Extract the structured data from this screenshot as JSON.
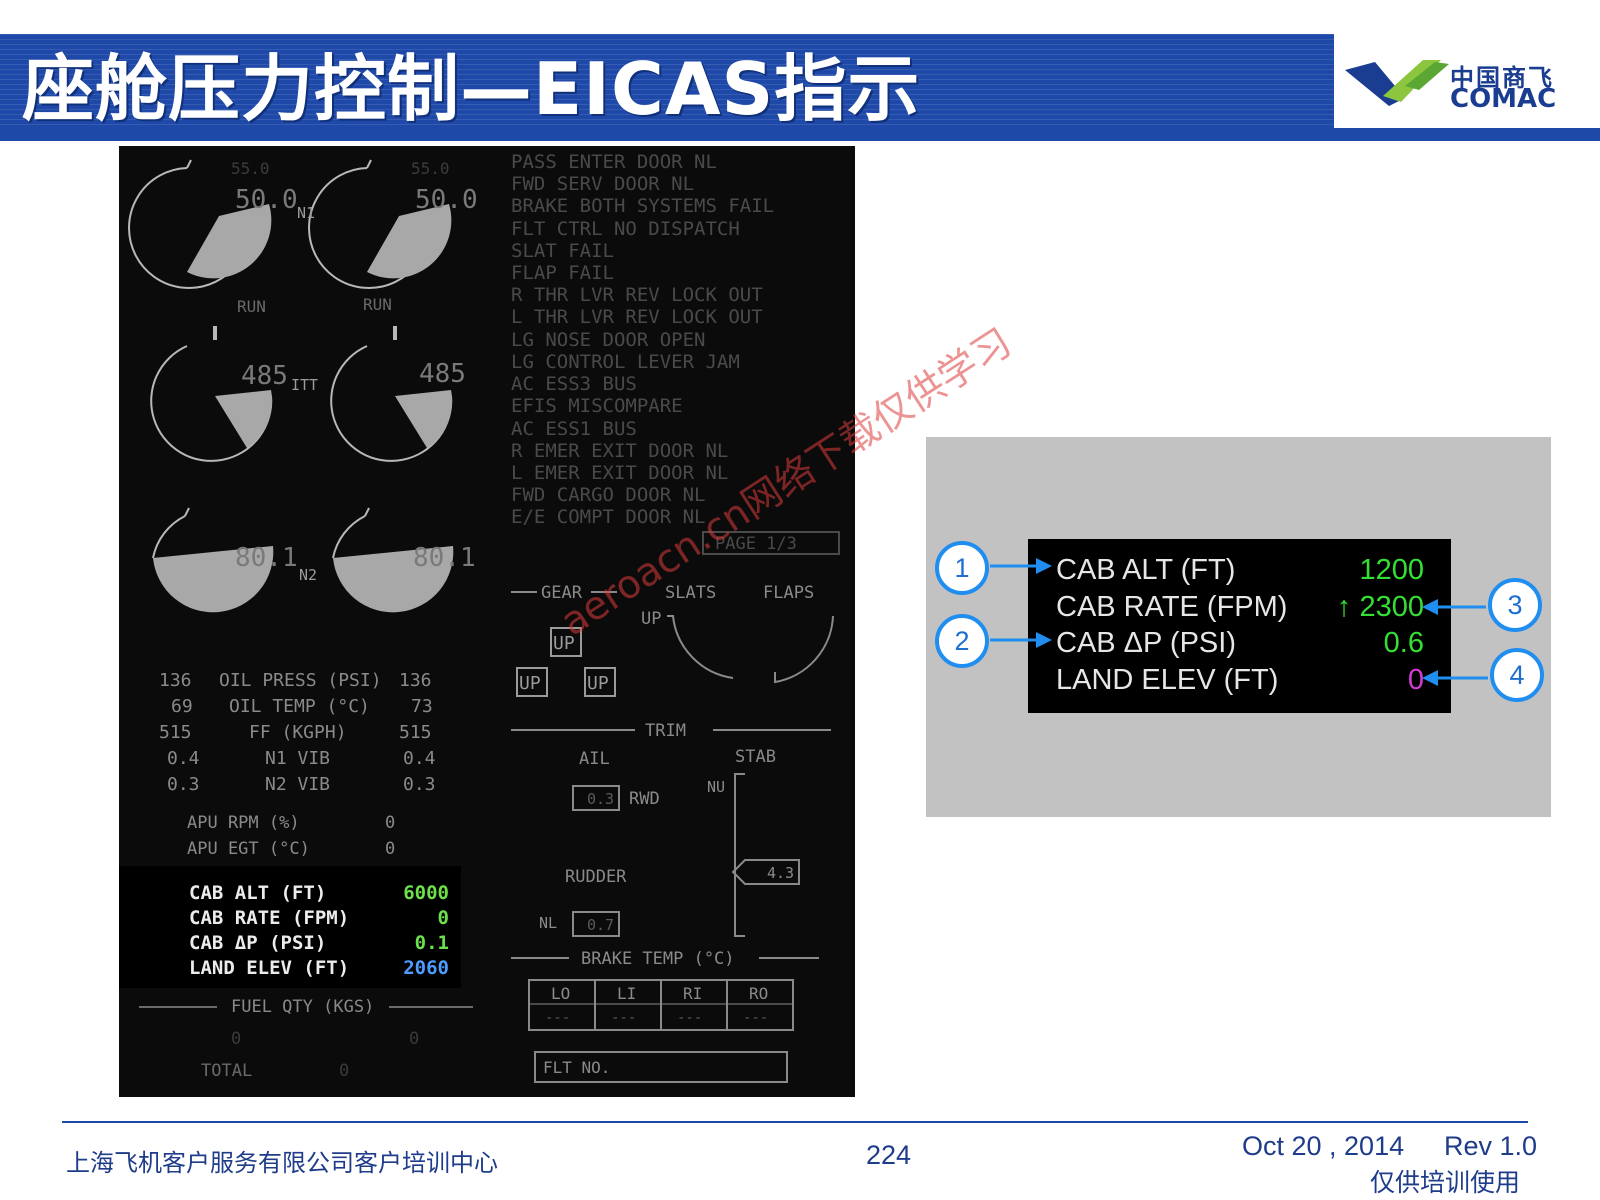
{
  "header": {
    "title": "座舱压力控制—EICAS指示",
    "logo_cn": "中国商飞",
    "logo_en": "COMAC"
  },
  "eicas": {
    "gauges": {
      "n1_label": "N1",
      "n1_left": "50.0",
      "n1_right": "50.0",
      "n1_target_left": "55.0",
      "n1_target_right": "55.0",
      "run_left": "RUN",
      "run_right": "RUN",
      "itt_label": "ITT",
      "itt_left": "485",
      "itt_right": "485",
      "n2_label": "N2",
      "n2_left": "80.1",
      "n2_right": "80.1"
    },
    "engine_params": [
      {
        "left": "136",
        "label": "OIL PRESS (PSI)",
        "right": "136"
      },
      {
        "left": "69",
        "label": "OIL TEMP (°C)",
        "right": "73"
      },
      {
        "left": "515",
        "label": "FF (KGPH)",
        "right": "515"
      },
      {
        "left": "0.4",
        "label": "N1 VIB",
        "right": "0.4"
      },
      {
        "left": "0.3",
        "label": "N2 VIB",
        "right": "0.3"
      }
    ],
    "apu": [
      {
        "label": "APU RPM (%)",
        "value": "0"
      },
      {
        "label": "APU EGT (°C)",
        "value": "0"
      }
    ],
    "cabin": [
      {
        "label": "CAB ALT (FT)",
        "value": "6000",
        "color": "#6be24a"
      },
      {
        "label": "CAB RATE (FPM)",
        "value": "0",
        "color": "#6be24a"
      },
      {
        "label": "CAB ΔP (PSI)",
        "value": "0.1",
        "color": "#6be24a"
      },
      {
        "label": "LAND ELEV (FT)",
        "value": "2060",
        "color": "#4f9cff"
      }
    ],
    "fuel": {
      "title": "FUEL QTY (KGS)",
      "left": "0",
      "right": "0",
      "total_label": "TOTAL",
      "total": "0"
    },
    "cas_messages": [
      "PASS ENTER DOOR NL",
      "FWD SERV DOOR NL",
      "BRAKE BOTH SYSTEMS FAIL",
      "FLT CTRL NO DISPATCH",
      "SLAT FAIL",
      "FLAP FAIL",
      "R THR LVR REV LOCK OUT",
      "L THR LVR REV LOCK OUT",
      "LG NOSE DOOR OPEN",
      "LG CONTROL LEVER JAM",
      "AC ESS3 BUS",
      "EFIS MISCOMPARE",
      "AC ESS1 BUS",
      "R EMER EXIT DOOR NL",
      "L EMER EXIT DOOR NL",
      "FWD CARGO DOOR NL",
      "E/E COMPT DOOR NL"
    ],
    "page": "PAGE 1/3",
    "gear": {
      "title": "GEAR",
      "nose": "UP",
      "left": "UP",
      "right": "UP"
    },
    "slats_title": "SLATS",
    "flaps_title": "FLAPS",
    "slats_up": "UP",
    "trim": {
      "title": "TRIM",
      "ail_label": "AIL",
      "ail_value": "0.3",
      "ail_dir": "RWD",
      "stab_label": "STAB",
      "stab_nu": "NU",
      "stab_value": "4.3",
      "rudder_label": "RUDDER",
      "rudder_dir": "NL",
      "rudder_value": "0.7"
    },
    "brake": {
      "title": "BRAKE TEMP (°C)",
      "columns": [
        "LO",
        "LI",
        "RI",
        "RO"
      ],
      "values": [
        "---",
        "---",
        "---",
        "---"
      ]
    },
    "flt_no": "FLT NO."
  },
  "callout": {
    "rows": [
      {
        "label": "CAB ALT (FT)",
        "value": "1200",
        "color": "#33e033"
      },
      {
        "label": "CAB RATE (FPM)",
        "value": "↑ 2300",
        "color": "#33e033"
      },
      {
        "label": "CAB ΔP (PSI)",
        "value": "0.6",
        "color": "#33e033"
      },
      {
        "label": "LAND ELEV (FT)",
        "value": "0",
        "color": "#d23cd2"
      }
    ],
    "markers": [
      "1",
      "2",
      "3",
      "4"
    ],
    "arrow_color": "#1f8ef0"
  },
  "watermark": "aeroacn.cn网络下载仅供学习",
  "footer": {
    "company": "上海飞机客户服务有限公司客户培训中心",
    "page_number": "224",
    "date": "Oct 20 , 2014",
    "rev": "Rev 1.0",
    "note": "仅供培训使用"
  },
  "colors": {
    "brand_blue": "#1f49a8",
    "eicas_bg": "#0b0b0b",
    "gauge_fill": "#a8a8a8"
  }
}
